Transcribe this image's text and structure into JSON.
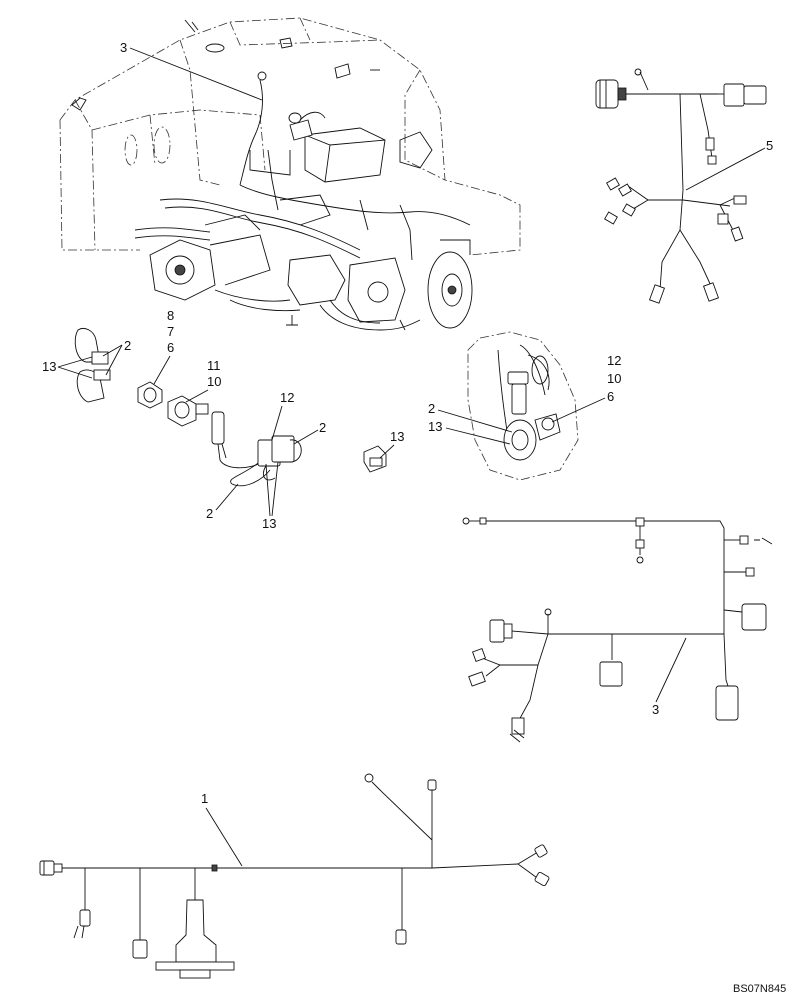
{
  "figure_code": "BS07N845",
  "callouts": {
    "c3_top": "3",
    "c5": "5",
    "c8": "8",
    "c7": "7",
    "c6_left": "6",
    "c11": "11",
    "c10_left": "10",
    "c2_clamp": "2",
    "c13_clamp": "13",
    "c12_mid": "12",
    "c2_mid_right": "2",
    "c2_mid_left": "2",
    "c13_mid": "13",
    "c13_small": "13",
    "c12_detail": "12",
    "c10_detail": "10",
    "c6_detail": "6",
    "c2_detail": "2",
    "c13_detail": "13",
    "c3_harness": "3",
    "c1": "1"
  }
}
